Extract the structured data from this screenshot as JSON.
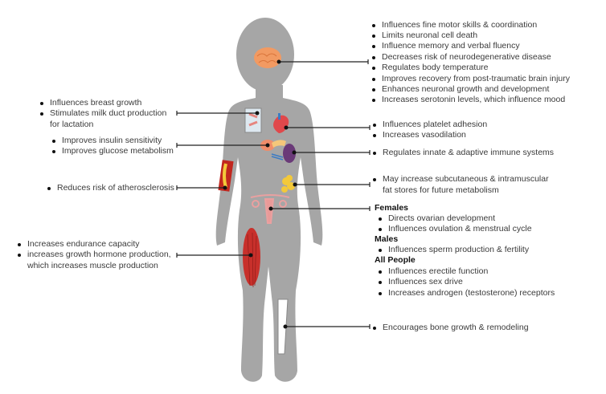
{
  "brain": {
    "items": [
      "Influences fine motor skills & coordination",
      "Limits neuronal cell death",
      "Influence memory and verbal fluency",
      "Decreases risk of neurodegenerative disease",
      "Regulates body temperature",
      "Improves recovery from post-traumatic brain injury",
      "Enhances neuronal growth and development",
      "Increases serotonin levels, which influence mood"
    ]
  },
  "breast": {
    "items": [
      "Influences breast growth",
      "Stimulates milk duct production"
    ],
    "continuation": "for lactation"
  },
  "pancreas": {
    "items": [
      "Improves insulin sensitivity",
      "Improves glucose metabolism"
    ]
  },
  "heart": {
    "items": [
      "Influences platelet adhesion",
      "Increases vasodilation"
    ]
  },
  "spleen": {
    "items": [
      "Regulates innate & adaptive immune systems"
    ]
  },
  "artery": {
    "items": [
      "Reduces risk of atherosclerosis"
    ]
  },
  "fat": {
    "items": [
      "May increase subcutaneous & intramuscular"
    ],
    "continuation": "fat stores for future metabolism"
  },
  "reproductive": {
    "females_heading": "Females",
    "females": [
      "Directs ovarian development",
      "Influences ovulation & menstrual cycle"
    ],
    "males_heading": "Males",
    "males": [
      "Influences sperm production & fertility"
    ],
    "all_heading": "All People",
    "all": [
      "Influences erectile function",
      "Influences sex drive",
      "Increases androgen (testosterone) receptors"
    ]
  },
  "muscle": {
    "items": [
      "Increases endurance capacity",
      "increases growth hormone production,"
    ],
    "continuation": "which increases muscle production"
  },
  "bone": {
    "items": [
      "Encourages bone growth & remodeling"
    ]
  },
  "colors": {
    "silhouette": "#a6a6a6",
    "line": "#222222"
  }
}
